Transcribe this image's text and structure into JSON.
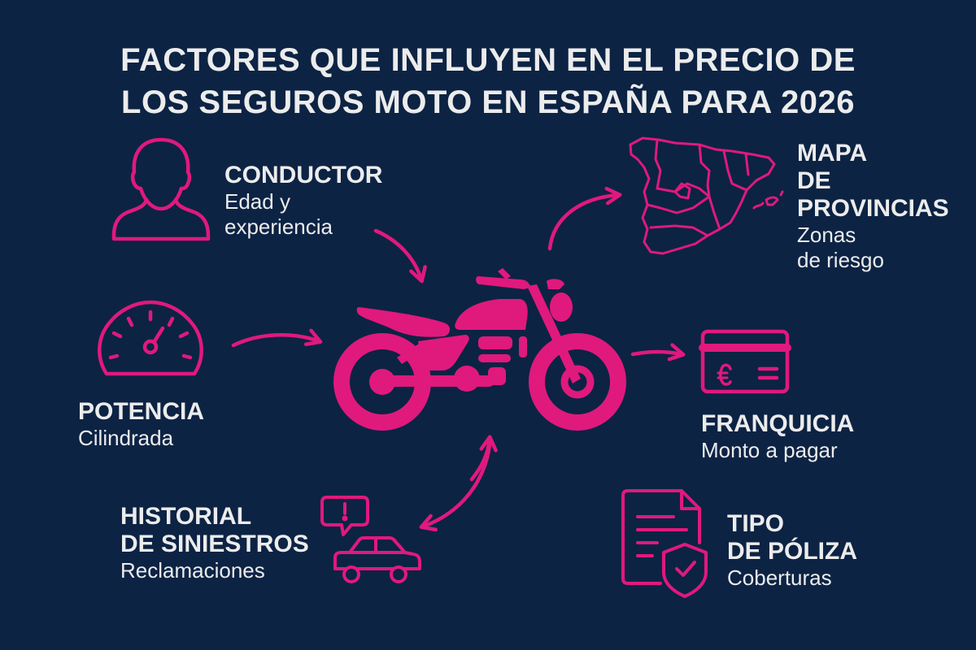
{
  "title": {
    "line1": "FACTORES QUE INFLUYEN EN EL PRECIO DE",
    "line2": "LOS SEGUROS MOTO EN ESPAÑA PARA 2026"
  },
  "colors": {
    "background": "#0c2344",
    "accent": "#e0197d",
    "text": "#ececec"
  },
  "center": {
    "icon": "motorcycle-icon"
  },
  "factors": [
    {
      "id": "conductor",
      "icon": "person-icon",
      "heading": "CONDUCTOR",
      "sub_line1": "Edad y",
      "sub_line2": "experiencia"
    },
    {
      "id": "potencia",
      "icon": "speedometer-icon",
      "heading": "POTENCIA",
      "sub_line1": "Cilindrada"
    },
    {
      "id": "historial",
      "icon": "car-alert-icon",
      "heading_line1": "HISTORIAL",
      "heading_line2": "DE SINIESTROS",
      "sub_line1": "Reclamaciones"
    },
    {
      "id": "mapa",
      "icon": "spain-map-icon",
      "heading_line1": "MAPA",
      "heading_line2": "DE",
      "heading_line3": "PROVINCIAS",
      "sub_line1": "Zonas",
      "sub_line2": "de riesgo"
    },
    {
      "id": "franquicia",
      "icon": "euro-card-icon",
      "heading": "FRANQUICIA",
      "sub_line1": "Monto a pagar"
    },
    {
      "id": "tipo",
      "icon": "policy-document-shield-icon",
      "heading_line1": "TIPO",
      "heading_line2": "DE PÓLIZA",
      "sub_line1": "Coberturas"
    }
  ]
}
